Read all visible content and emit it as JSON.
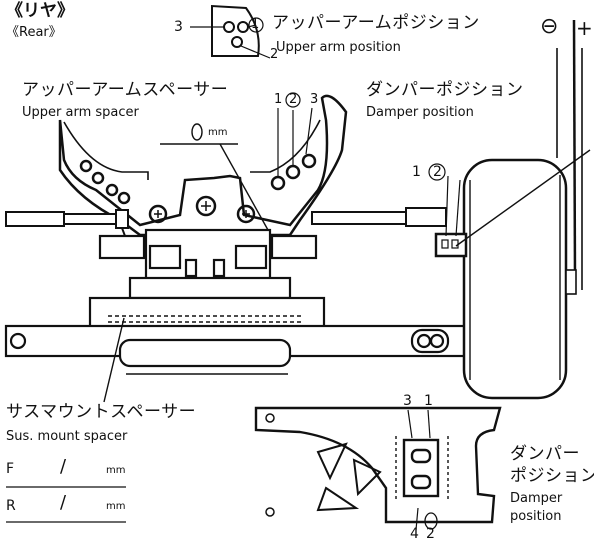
{
  "header": {
    "title_jp": "《リヤ》",
    "title_en": "《Rear》"
  },
  "upper_arm_position": {
    "label_jp": "アッパーアームポジション",
    "label_en": "Upper arm position",
    "n3": "3",
    "n1": "1",
    "n2": "2"
  },
  "upper_arm_spacer": {
    "label_jp": "アッパーアームスペーサー",
    "label_en": "Upper arm spacer",
    "value": "0",
    "unit": "mm"
  },
  "damper_position_top": {
    "label_jp": "ダンパーポジション",
    "label_en": "Damper position",
    "n1": "1",
    "n2": "2",
    "n3": "3"
  },
  "camber": {
    "minus": "⊖",
    "plus": "+"
  },
  "wheel_damper": {
    "n1": "1",
    "n2": "2"
  },
  "sus_mount_spacer": {
    "label_jp": "サスマウントスペーサー",
    "label_en": "Sus. mount spacer",
    "front_letter": "F",
    "rear_letter": "R",
    "slash": "/",
    "unit": "mm"
  },
  "lower_arm": {
    "n3": "3",
    "n1": "1",
    "n4": "4",
    "n2": "2"
  },
  "damper_position_bottom": {
    "label_jp_1": "ダンパー",
    "label_jp_2": "ポジション",
    "label_en_1": "Damper",
    "label_en_2": "position"
  }
}
